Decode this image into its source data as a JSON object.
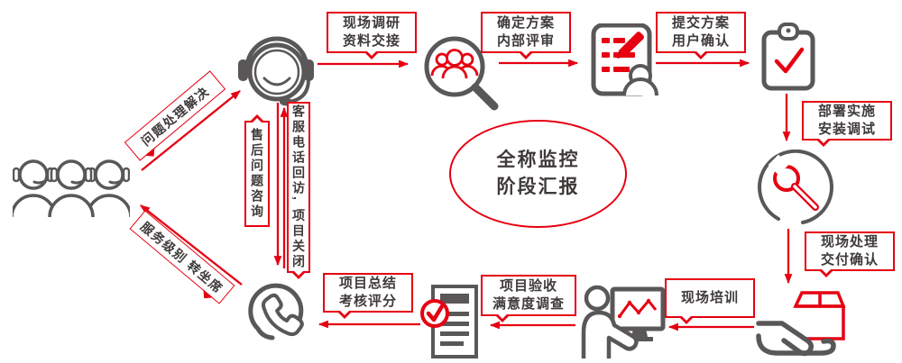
{
  "center": {
    "line1": "全称监控",
    "line2": "阶段汇报"
  },
  "steps": [
    {
      "id": "survey",
      "line1": "现场调研",
      "line2": "资料交接"
    },
    {
      "id": "plan",
      "line1": "确定方案",
      "line2": "内部评审"
    },
    {
      "id": "submit",
      "line1": "提交方案",
      "line2": "用户确认"
    },
    {
      "id": "deploy",
      "line1": "部署实施",
      "line2": "安装调试"
    },
    {
      "id": "handle",
      "line1": "现场处理",
      "line2": "交付确认"
    },
    {
      "id": "training",
      "line1": "现场培训",
      "line2": ""
    },
    {
      "id": "acceptance",
      "line1": "项目验收",
      "line2": "满意度调查"
    },
    {
      "id": "summary",
      "line1": "项目总结",
      "line2": "考核评分"
    }
  ],
  "loops": {
    "problem_solving": "问题处理解决",
    "after_sales": "售后问题咨询",
    "callback": "客服电话回访, 项目关闭",
    "service_level": "服务级别 转坐席"
  },
  "icons": {
    "team": "support-team-icon",
    "agent": "customer-service-agent-icon",
    "research": "magnifier-team-icon",
    "plan": "document-pencil-icon",
    "confirm": "clipboard-check-icon",
    "deploy": "wrench-circle-icon",
    "delivery": "hand-box-icon",
    "training": "presenter-monitor-icon",
    "acceptance": "report-check-icon",
    "phone": "phone-circle-icon"
  },
  "colors": {
    "accent_red": "#e60012",
    "icon_gray": "#595757",
    "text_dark": "#3e3a39"
  }
}
